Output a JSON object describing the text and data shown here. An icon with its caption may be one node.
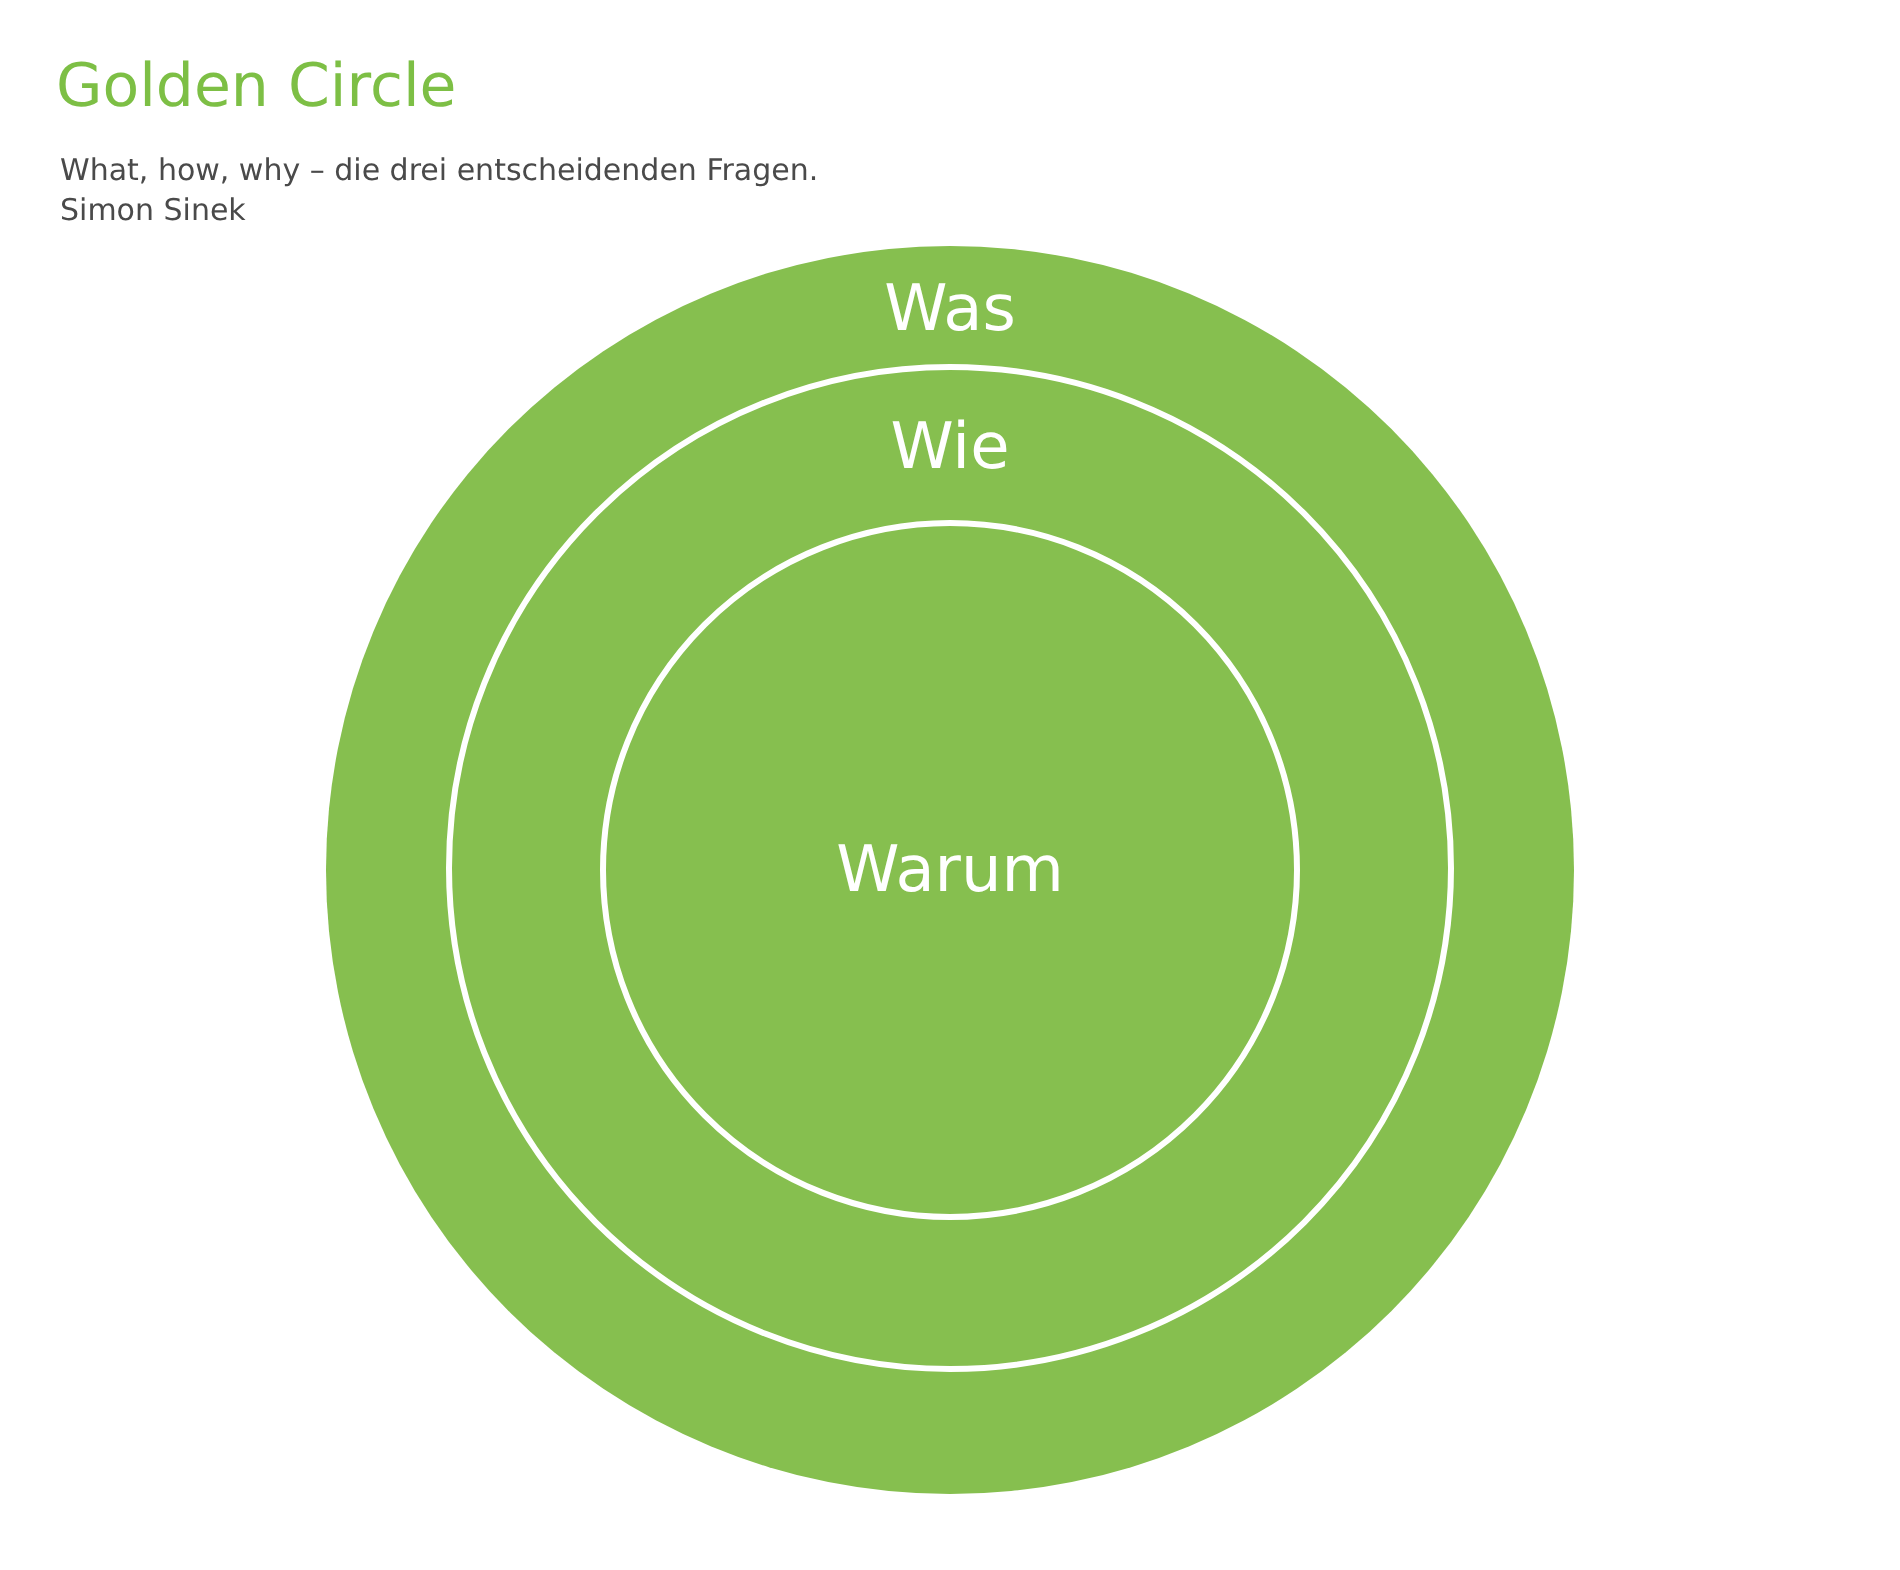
{
  "diagram": {
    "title": "Golden Circle",
    "nodes": [
      {
        "text": [
          "Was"
        ]
      },
      {
        "text": [
          "Wie"
        ],
        "in": 0
      },
      {
        "text": [
          "Warum"
        ],
        "in": 1
      }
    ],
    "labels": [
      "What, how, why – die drei entscheidenden Fragen.",
      "Simon Sinek"
    ]
  }
}
